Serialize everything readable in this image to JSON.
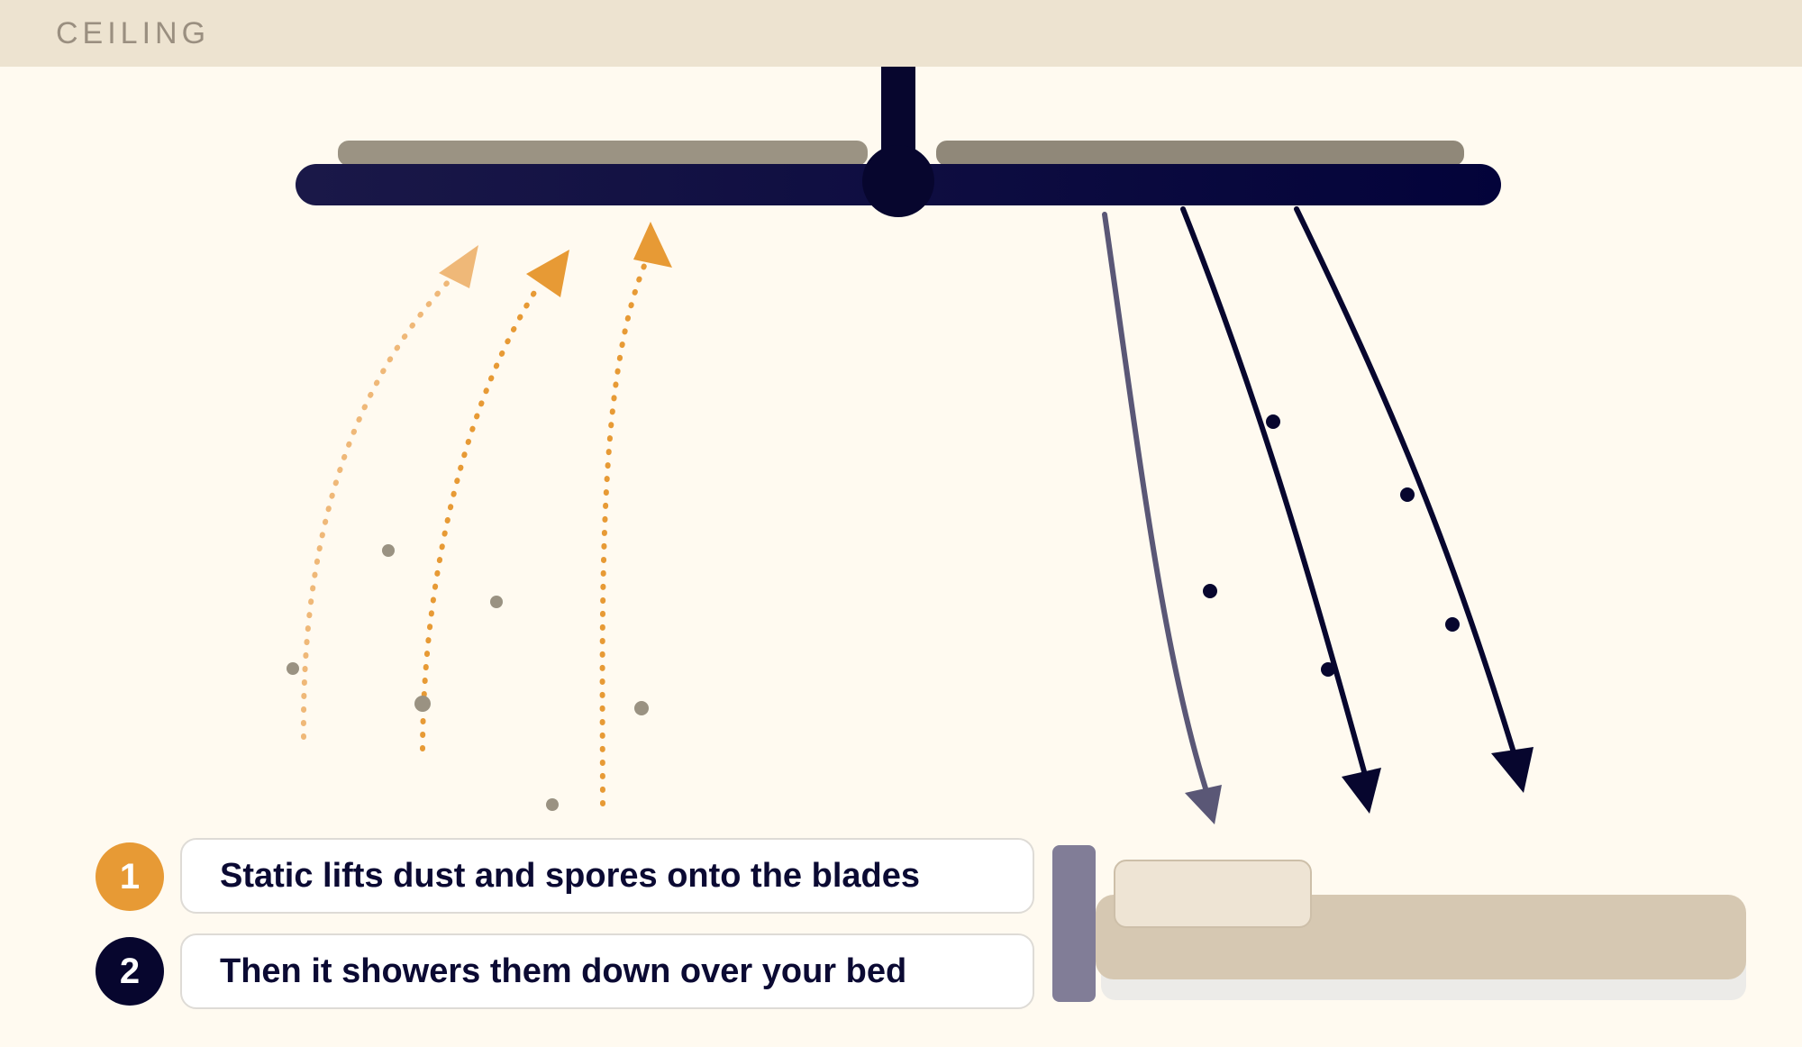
{
  "ceiling": {
    "label": "CEILING"
  },
  "steps": [
    {
      "number": "1",
      "text": "Static lifts dust and spores onto the blades",
      "color": "#e79a35"
    },
    {
      "number": "2",
      "text": "Then it showers them down over your bed",
      "color": "#07062e"
    }
  ],
  "colors": {
    "ceiling": "#ede3d0",
    "background": "#fffaf0",
    "fan_body": "#07062e",
    "dust_blade": "#9a9282",
    "updraft": "#e79a35",
    "downdraft": "#07062e",
    "dust_particle": "#9a9282",
    "headboard": "#817d97",
    "mattress": "#d6c8b2",
    "pillow": "#eee4d4"
  }
}
